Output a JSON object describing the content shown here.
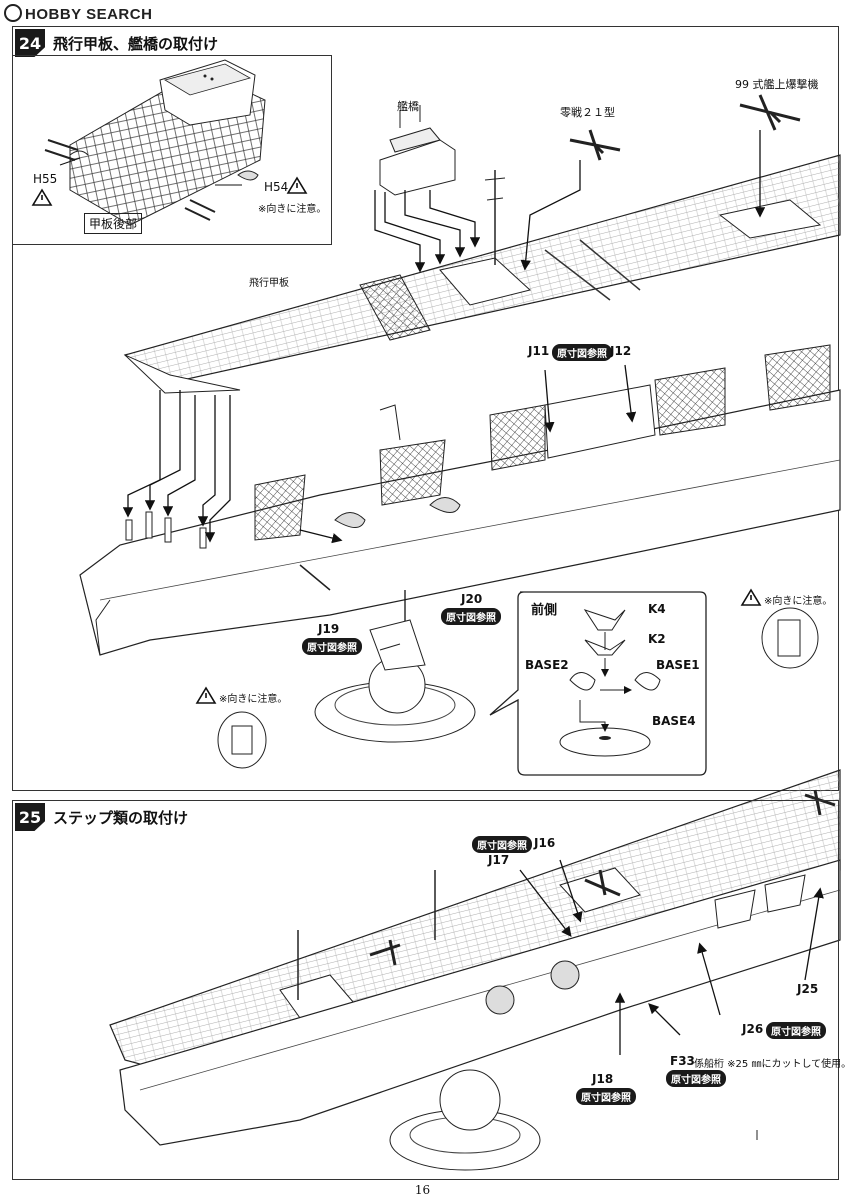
{
  "watermark": "HOBBY SEARCH",
  "step24": {
    "number": "24",
    "title": "飛行甲板、艦橋の取付け",
    "inset_caption": "甲板後部",
    "h55": "H55",
    "h54": "H54",
    "inset_note": "※向きに注意。",
    "bridge": "艦橋",
    "zero": "零戦２１型",
    "val": "99 式艦上爆撃機",
    "flight_deck": "飛行甲板",
    "j11": "J11",
    "j12": "J12",
    "j19": "J19",
    "j20": "J20",
    "ref": "原寸図参照",
    "front": "前側",
    "k4": "K4",
    "k2": "K2",
    "base2": "BASE2",
    "base1": "BASE1",
    "base4": "BASE4",
    "note_left": "※向きに注意。",
    "note_right": "※向きに注意。"
  },
  "step25": {
    "number": "25",
    "title": "ステップ類の取付け",
    "j16": "J16",
    "j17": "J17",
    "j18": "J18",
    "j25": "J25",
    "j26": "J26",
    "f33": "F33",
    "f33_desc": "係船桁 ※25 ㎜にカットして使用。",
    "ref": "原寸図参照"
  },
  "page_number": "16"
}
